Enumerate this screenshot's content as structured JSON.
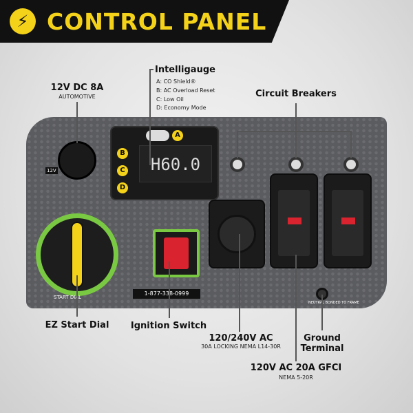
{
  "header": {
    "title": "CONTROL PANEL",
    "logo_icon": "plug-icon"
  },
  "labels": {
    "dc": {
      "title": "12V DC 8A",
      "sub": "AUTOMOTIVE"
    },
    "intelligauge": {
      "title": "Intelligauge",
      "items": [
        "A:  CO Shield®",
        "B:  AC Overload Reset",
        "C:  Low Oil",
        "D:  Economy Mode"
      ]
    },
    "breakers": {
      "title": "Circuit Breakers"
    },
    "dial": {
      "title": "EZ Start Dial"
    },
    "ignition": {
      "title": "Ignition Switch"
    },
    "l14": {
      "title": "120/240V AC",
      "sub": "30A LOCKING NEMA L14-30R"
    },
    "ground": {
      "title": "Ground",
      "title2": "Terminal"
    },
    "gfci": {
      "title": "120V AC 20A GFCI",
      "sub": "NEMA 5-20R"
    }
  },
  "panel": {
    "display": "H60.0",
    "phone": "1-877-338-0999",
    "dial_text": "START DIAL",
    "badges": [
      "A",
      "B",
      "C",
      "D"
    ],
    "dc_tag": "12V",
    "neutral_text": "NEUTRAL BONDED TO FRAME"
  },
  "colors": {
    "accent": "#f5d21a",
    "green": "#7ac943",
    "red": "#d9232e"
  }
}
